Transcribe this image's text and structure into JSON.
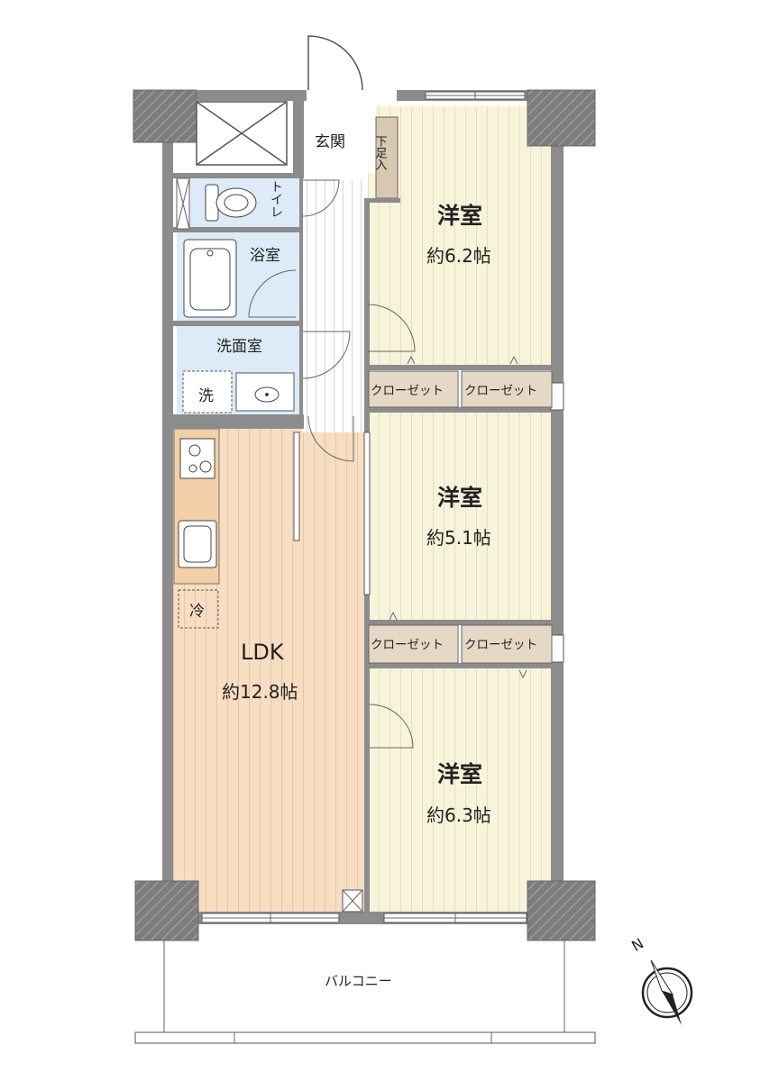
{
  "rooms": {
    "entrance": "玄関",
    "shoe_storage": "下足入",
    "toilet": "トイレ",
    "bathroom": "浴室",
    "washroom": "洗面室",
    "washer": "洗",
    "fridge": "冷",
    "ldk": "LDK",
    "ldk_size": "約12.8帖",
    "bedroom_top": "洋室",
    "bedroom_top_size": "約6.2帖",
    "bedroom_mid": "洋室",
    "bedroom_mid_size": "約5.1帖",
    "bedroom_bottom": "洋室",
    "bedroom_bottom_size": "約6.3帖",
    "balcony": "バルコニー"
  },
  "closets": [
    "クローゼット",
    "クローゼット",
    "クローゼット",
    "クローゼット"
  ],
  "compass": {
    "north": "N"
  },
  "colors": {
    "wall": "#8c8c8c",
    "wood_floor": "#f7ddc2",
    "bedroom_floor": "#f8f4dc",
    "wet_area": "#dcebf7",
    "closet": "#e5d9c6",
    "shoe_box": "#d8c8b0"
  }
}
